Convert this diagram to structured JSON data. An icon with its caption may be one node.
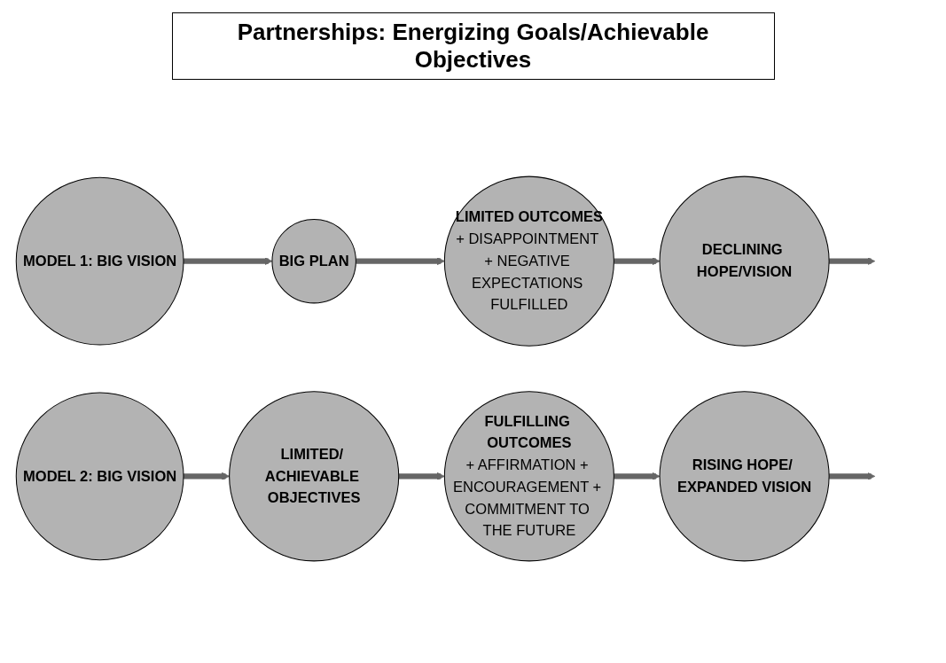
{
  "diagram": {
    "title": "Partnerships: Energizing Goals/Achievable Objectives",
    "nodes": [
      {
        "text": [
          "MODEL 1: BIG VISION"
        ]
      },
      {
        "text": [
          "BIG PLAN"
        ]
      },
      {
        "text": [
          "LIMITED OUTCOMES",
          "+ DISAPPOINTMENT + NEGATIVE EXPECTATIONS FULFILLED"
        ]
      },
      {
        "text": [
          "DECLINING HOPE/VISION"
        ]
      },
      {
        "text": [
          "MODEL 2: BIG VISION"
        ]
      },
      {
        "text": [
          "LIMITED/ ACHIEVABLE OBJECTIVES"
        ]
      },
      {
        "text": [
          "FULFILLING OUTCOMES",
          "+ AFFIRMATION + ENCOURAGEMENT + COMMITMENT TO THE FUTURE"
        ]
      },
      {
        "text": [
          "RISING HOPE/ EXPANDED VISION"
        ]
      }
    ],
    "edges": [
      {
        "from": 0,
        "to": 1,
        "arrow": "to"
      },
      {
        "from": 1,
        "to": 2,
        "arrow": "to"
      },
      {
        "from": 2,
        "to": 3,
        "arrow": "to"
      },
      {
        "from": 3,
        "to": null,
        "arrow": "to"
      },
      {
        "from": 4,
        "to": 5,
        "arrow": "to"
      },
      {
        "from": 5,
        "to": 6,
        "arrow": "to"
      },
      {
        "from": 6,
        "to": 7,
        "arrow": "to"
      },
      {
        "from": 7,
        "to": null,
        "arrow": "to"
      }
    ]
  }
}
